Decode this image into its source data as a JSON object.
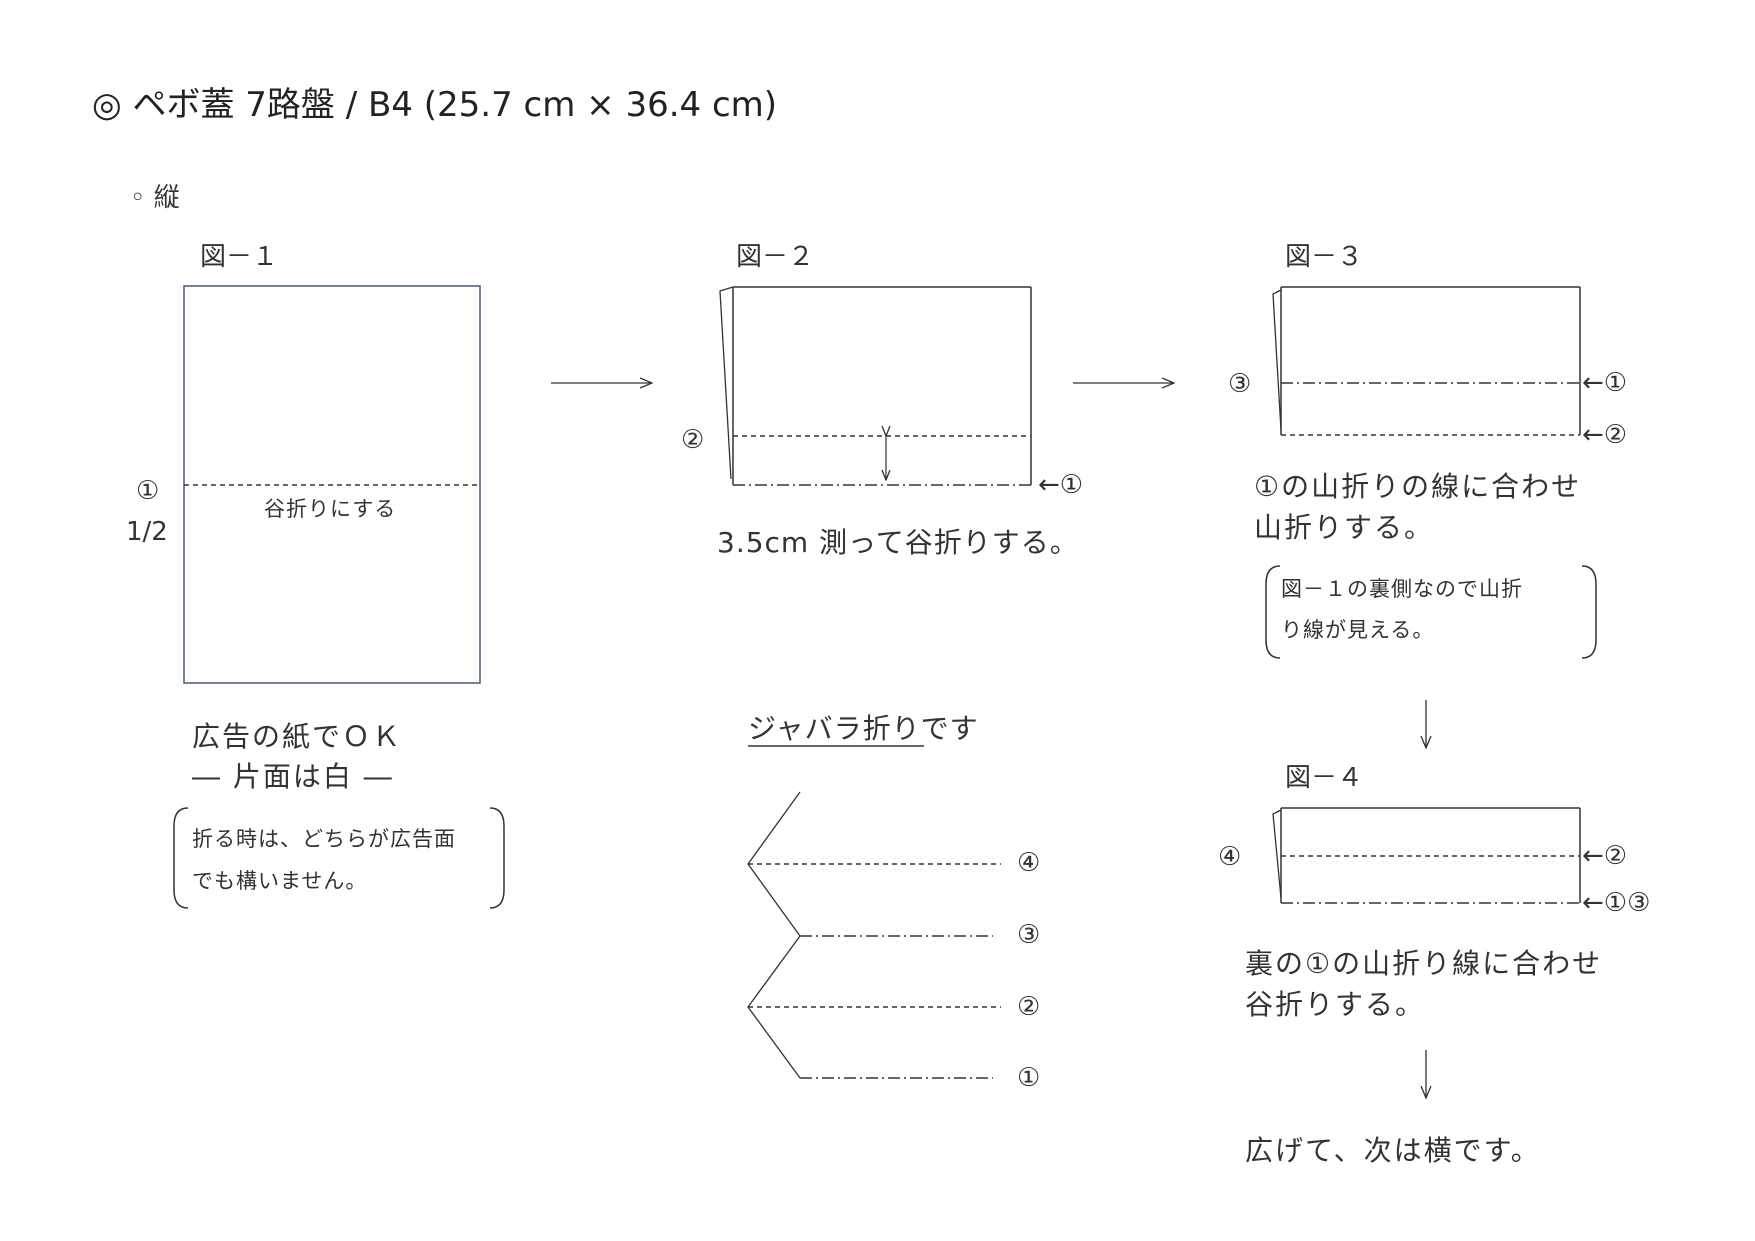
{
  "header": {
    "title": "◎ ペボ蓋 7路盤 / B4 (25.7 cm × 36.4 cm)",
    "section": "◦ 縦"
  },
  "fig1": {
    "label": "図－１",
    "marker": "①",
    "ratio": "1/2",
    "fold_text": "谷折りにする",
    "note1": "広告の紙でＯＫ",
    "note2": "― 片面は白 ―",
    "bracket_line1": "折る時は、どちらが広告面",
    "bracket_line2": "でも構いません。"
  },
  "fig2": {
    "label": "図－２",
    "left_marker": "②",
    "right_marker": "←①",
    "caption": "3.5cm 測って谷折りする。"
  },
  "fig3": {
    "label": "図－３",
    "left_marker": "③",
    "right_marker_1": "←①",
    "right_marker_2": "←②",
    "caption_line1": "①の山折りの線に合わせ",
    "caption_line2": "山折りする。",
    "bracket_line1": "図－１の裏側なので山折",
    "bracket_line2": "り線が見える。"
  },
  "fig4": {
    "label": "図－４",
    "left_marker": "④",
    "right_marker_1": "←②",
    "right_marker_2": "←①③",
    "caption_line1": "裏の①の山折り線に合わせ",
    "caption_line2": "谷折りする。",
    "final_text": "広げて、次は横です。"
  },
  "jabara": {
    "title_underlined": "ジャバラ折り",
    "title_rest": "です",
    "markers": [
      "④",
      "③",
      "②",
      "①"
    ]
  },
  "colors": {
    "line": "#333333",
    "fig1_border": "#4a5a7a"
  }
}
